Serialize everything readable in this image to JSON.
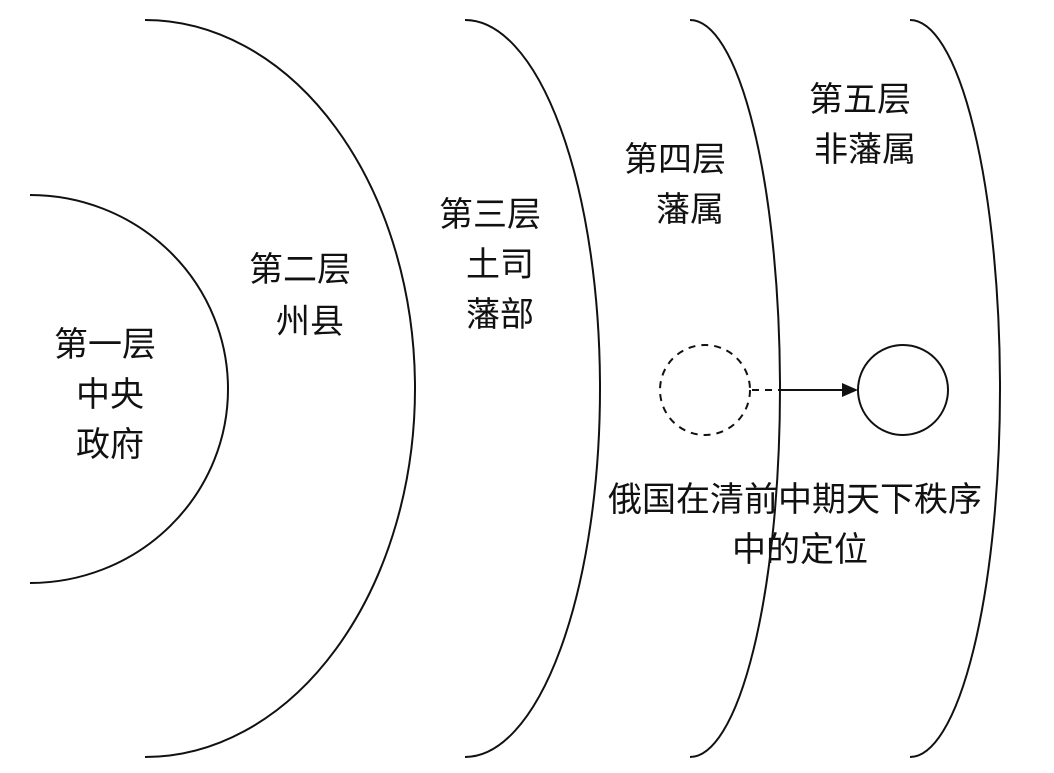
{
  "layers": [
    {
      "title": "第一层",
      "lines": [
        "中央",
        "政府"
      ]
    },
    {
      "title": "第二层",
      "lines": [
        "州县"
      ]
    },
    {
      "title": "第三层",
      "lines": [
        "土司",
        "藩部"
      ]
    },
    {
      "title": "第四层",
      "lines": [
        "藩属"
      ]
    },
    {
      "title": "第五层",
      "lines": [
        "非藩属"
      ]
    }
  ],
  "caption": {
    "line1": "俄国在清前中期天下秩序",
    "line2": "中的定位"
  },
  "colors": {
    "stroke": "#111111",
    "background": "#ffffff"
  }
}
